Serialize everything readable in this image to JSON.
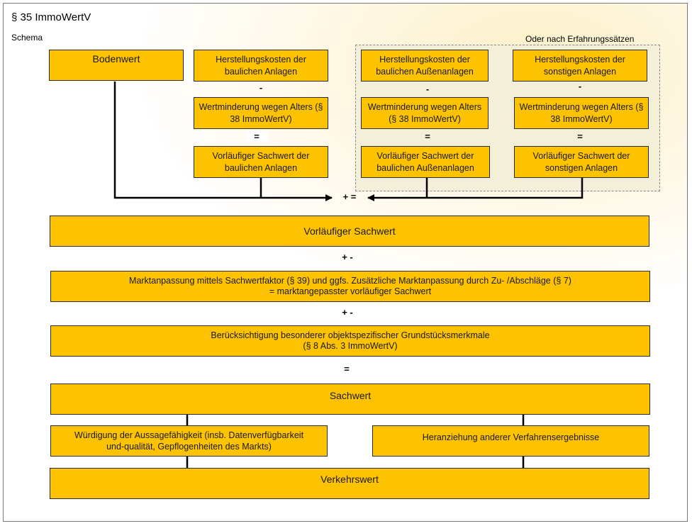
{
  "header": {
    "title": "§ 35 ImmoWertV",
    "subtitle": "Schema"
  },
  "group_label": "Oder nach Erfahrungssätzen",
  "boxes": {
    "bodenwert": "Bodenwert",
    "hk_baulich": "Herstellungskosten der baulichen Anlagen",
    "wm_baulich": "Wertminderung wegen Alters (§ 38 ImmoWertV)",
    "vs_baulich": "Vorläufiger Sachwert der baulichen Anlagen",
    "hk_aussen": "Herstellungskosten der baulichen Außenanlagen",
    "wm_aussen": "Wertminderung wegen Alters (§ 38 ImmoWertV)",
    "vs_aussen": "Vorläufiger Sachwert der baulichen Außenanlagen",
    "hk_sonstig": "Herstellungskosten der sonstigen Anlagen",
    "wm_sonstig": "Wertminderung wegen Alters (§ 38 ImmoWertV)",
    "vs_sonstig": "Vorläufiger Sachwert der sonstigen Anlagen",
    "vorl_sachwert": "Vorläufiger Sachwert",
    "marktanpassung_1": "Marktanpassung mittels Sachwertfaktor (§ 39) und ggfs. Zusätzliche Marktanpassung durch Zu- /Abschläge (§ 7)",
    "marktanpassung_2": "= marktangepasster vorläufiger Sachwert",
    "besondere_1": "Berücksichtigung besonderer objektspezifischer Grundstücksmerkmale",
    "besondere_2": "(§ 8 Abs. 3 ImmoWertV)",
    "sachwert": "Sachwert",
    "wuerdigung": "Würdigung der Aussagefähigkeit (insb. Datenverfügbarkeit und-qualität, Gepflogenheiten des Markts)",
    "heranziehung": "Heranziehung anderer Verfahrensergebnisse",
    "verkehrswert": "Verkehrswert"
  },
  "operators": {
    "minus": "-",
    "equals": "=",
    "plus_equals": "+ =",
    "plus_minus": "+ -"
  },
  "colors": {
    "box_fill": "#fdc200",
    "box_border": "#2b2b2b",
    "group_fill": "#f3efd9"
  }
}
